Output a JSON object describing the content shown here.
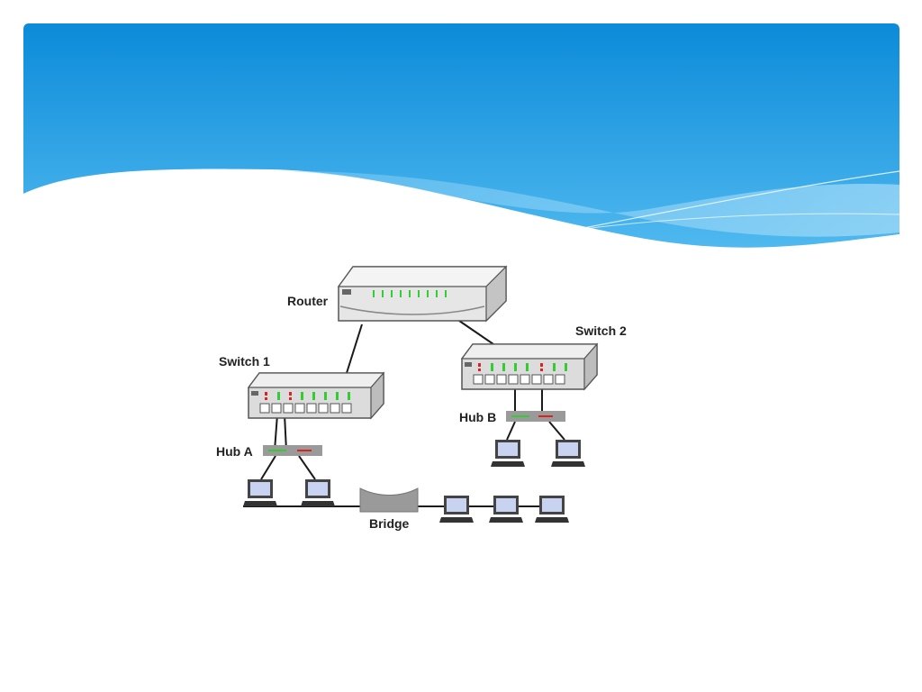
{
  "slide": {
    "header_gradient": [
      "#1a95dd",
      "#46b4ee",
      "#8fd1f5"
    ],
    "background": "#ffffff"
  },
  "diagram": {
    "labels": {
      "router": "Router",
      "switch1": "Switch 1",
      "switch2": "Switch 2",
      "hubA": "Hub A",
      "hubB": "Hub B",
      "bridge": "Bridge"
    },
    "colors": {
      "device_body": "#d9d9d9",
      "device_edge": "#555555",
      "led_green": "#33cc33",
      "led_red": "#dd2222",
      "hub_bar": "#9a9a9a",
      "screen": "#c7d3f0"
    },
    "icons": [
      "router-icon",
      "switch-icon",
      "hub-icon",
      "bridge-icon",
      "laptop-icon"
    ]
  }
}
